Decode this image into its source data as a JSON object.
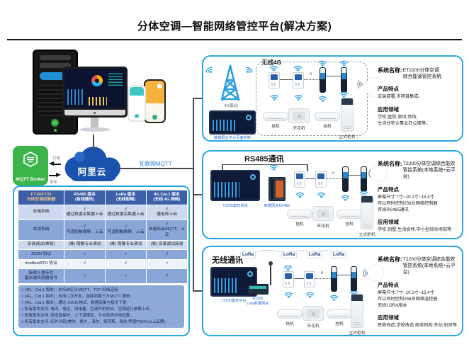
{
  "title": "分体空调—智能网络管控平台(解决方案)",
  "left": {
    "mqtt_label": "MQTT Broker",
    "subscribe": "订阅",
    "publish": "发布",
    "cloud": "阿里云",
    "internet": "互联网MQTT"
  },
  "table": {
    "headers": [
      "FT19/FT20\n分体空调控制器",
      "RS485 版本\n(有线通讯)",
      "LoRa 版本\n(无线射频)",
      "4G Cat.1 版本\n(无线 4G 网络)"
    ],
    "rows": [
      {
        "label": "云端系统",
        "c1": "√\n通过数据采集器上云",
        "c2": "√\n通过数据采集器上云",
        "c3": "√\n通电即上云"
      },
      {
        "label": "本地系统",
        "c1": "√\n可适配触摸屏、上云",
        "c2": "√\n可适配触摸屏、上云",
        "c3": "√\n自备私有MQTT、上云"
      },
      {
        "label": "安装调试(难易)",
        "c1": "(难) 需要专业调试",
        "c2": "(难) 需要专业调试",
        "c3": "(易) 安装调试简易"
      },
      {
        "label": "JSON 协议",
        "c1": "×",
        "c2": "×",
        "c3": "√"
      },
      {
        "label": "modbusRTU 协议",
        "c1": "√",
        "c2": "√",
        "c3": "×"
      },
      {
        "label": "接收人体存在\n毫米波传感器信号",
        "c1": "√",
        "c2": "×",
        "c3": "√"
      }
    ],
    "notes": [
      "√ (4G、Cat.1 版本) : 支持自定义MQTT、TCP 网络连接;",
      "√ (4G、Cat.1 版本) : 支持二次开发、连接到第三方MQTT 服务;",
      "√ (4G、Cat.1 版本) : 通过 JSON 格式、数据采集与指令下发;",
      "√ 所有版本支持: 电流、电压、用电量、空调开机时长、空调运行参数上传...",
      "√ 所有版本支持: 高低温保护、上下温限定、平台系统本地设置...",
      "√ 所有版本支持: 红外对码(美的、格力、海尔、奥克斯、海信,等国内90%以上品牌);"
    ]
  },
  "panels": [
    {
      "comm": "无线4G",
      "station": "4G基站",
      "screen_caption": "触摸屏云平台页面控制",
      "sys_label": "系统名称:",
      "sys_name": "ET2200分体空调\n综合能源管控系统",
      "feat_title": "产品特点",
      "features": "云端部署,多项目集成。",
      "app_title": "应用领域",
      "apps": "学校,医院,商场,场馆,\n生活住宅企事业办公楼等。",
      "devices": [
        "挂机",
        "天花机",
        "挂机",
        "立式柜机"
      ],
      "n": "n"
    },
    {
      "comm": "RS485通讯",
      "screen_caption": "T2200集控系统",
      "gateway": "数据网关RS485",
      "sys_label": "系统名称:",
      "sys_name": "T2200分体空调综合能效\n管控系统(本地系统+云平台)",
      "feat_title": "产品特点",
      "features": "屏幕尺寸:7寸~10.1寸~15.4寸\n可以同时控制256台网络控制器\n有线RS485通讯",
      "app_title": "应用领域",
      "apps": "学校,别墅,生活会所,中小型综合场馆等",
      "devices": [
        "挂机",
        "天花机",
        "挂机",
        "立式柜机"
      ],
      "n": "n"
    },
    {
      "comm": "无线通讯",
      "lora": "LoRa",
      "screen_caption": "T2200集控平台",
      "gateway": "A1200\nLora数据网关",
      "sys_label": "系统名称:",
      "sys_name": "T2200分体空调综合能效\n管控系统(本地系统+云平台)",
      "feat_title": "产品特点",
      "features": "屏幕尺寸:7寸~10.1寸~15.4寸\n可以同时控制256台网络温控器\n无线LORA版本",
      "app_title": "应用领域",
      "apps": "民宿改造,学校改造,政务机构,车站,机房等",
      "devices": [
        "挂机",
        "天花机",
        "挂机",
        "立式柜机"
      ],
      "n": "n"
    }
  ]
}
